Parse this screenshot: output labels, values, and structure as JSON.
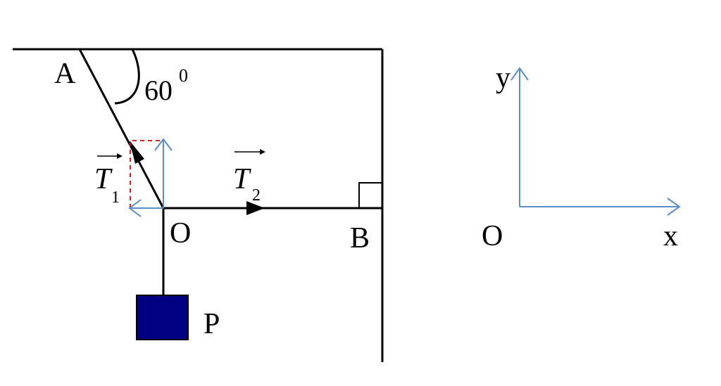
{
  "labels": {
    "point_a": "A",
    "angle": "60",
    "angle_sup": "0",
    "t1_letter": "T",
    "t1_sub": "1",
    "t2_letter": "T",
    "t2_sub": "2",
    "point_o": "O",
    "point_b": "B",
    "point_p": "P",
    "axis_y": "y",
    "axis_o": "O",
    "axis_x": "x"
  },
  "colors": {
    "line": "#000000",
    "block": "#000080",
    "axis": "#5b8dc9",
    "dashed": "#e02020"
  }
}
